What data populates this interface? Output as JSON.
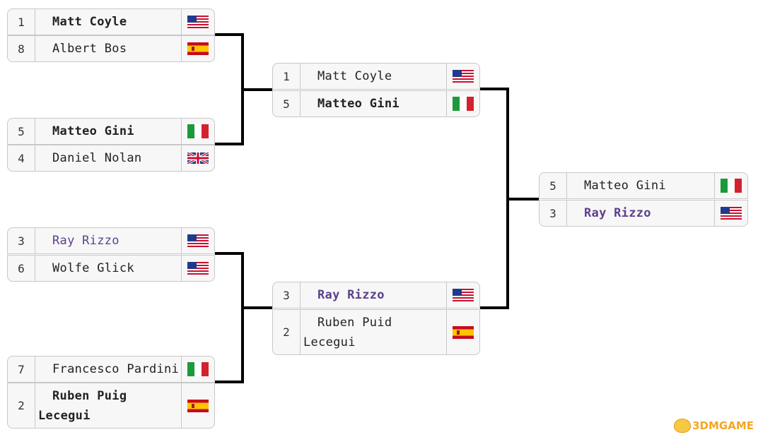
{
  "rounds": [
    {
      "matches": [
        {
          "p1": {
            "seed": "1",
            "name": "Matt Coyle",
            "flag": "usa-flag",
            "bold": true,
            "link": false
          },
          "p2": {
            "seed": "8",
            "name": "Albert Bos",
            "flag": "spain-flag",
            "bold": false,
            "link": false
          }
        },
        {
          "p1": {
            "seed": "5",
            "name": "Matteo Gini",
            "flag": "italy-flag",
            "bold": true,
            "link": false
          },
          "p2": {
            "seed": "4",
            "name": "Daniel Nolan",
            "flag": "uk-flag",
            "bold": false,
            "link": false
          }
        },
        {
          "p1": {
            "seed": "3",
            "name": "Ray Rizzo",
            "flag": "usa-flag",
            "bold": false,
            "link": true
          },
          "p2": {
            "seed": "6",
            "name": "Wolfe Glick",
            "flag": "usa-flag",
            "bold": false,
            "link": false
          }
        },
        {
          "p1": {
            "seed": "7",
            "name": "Francesco Pardini",
            "flag": "italy-flag",
            "bold": false,
            "link": false
          },
          "p2": {
            "seed": "2",
            "name": "Ruben Puig Lecegui",
            "flag": "spain-flag",
            "bold": true,
            "link": false
          }
        }
      ]
    },
    {
      "matches": [
        {
          "p1": {
            "seed": "1",
            "name": "Matt Coyle",
            "flag": "usa-flag",
            "bold": false,
            "link": false
          },
          "p2": {
            "seed": "5",
            "name": "Matteo Gini",
            "flag": "italy-flag",
            "bold": true,
            "link": false
          }
        },
        {
          "p1": {
            "seed": "3",
            "name": "Ray Rizzo",
            "flag": "usa-flag",
            "bold": true,
            "link": true
          },
          "p2": {
            "seed": "2",
            "name": "Ruben Puid Lecegui",
            "flag": "spain-flag",
            "bold": false,
            "link": false
          }
        }
      ]
    },
    {
      "matches": [
        {
          "p1": {
            "seed": "5",
            "name": "Matteo Gini",
            "flag": "italy-flag",
            "bold": false,
            "link": false
          },
          "p2": {
            "seed": "3",
            "name": "Ray Rizzo",
            "flag": "usa-flag",
            "bold": true,
            "link": true
          }
        }
      ]
    }
  ],
  "watermark": {
    "text": "3DMGAME",
    "color": "#f5a623"
  },
  "colors": {
    "link": "#5b3f8c",
    "cell_bg": "#f7f7f7",
    "border": "#c8c8c8",
    "connector": "#000000"
  }
}
